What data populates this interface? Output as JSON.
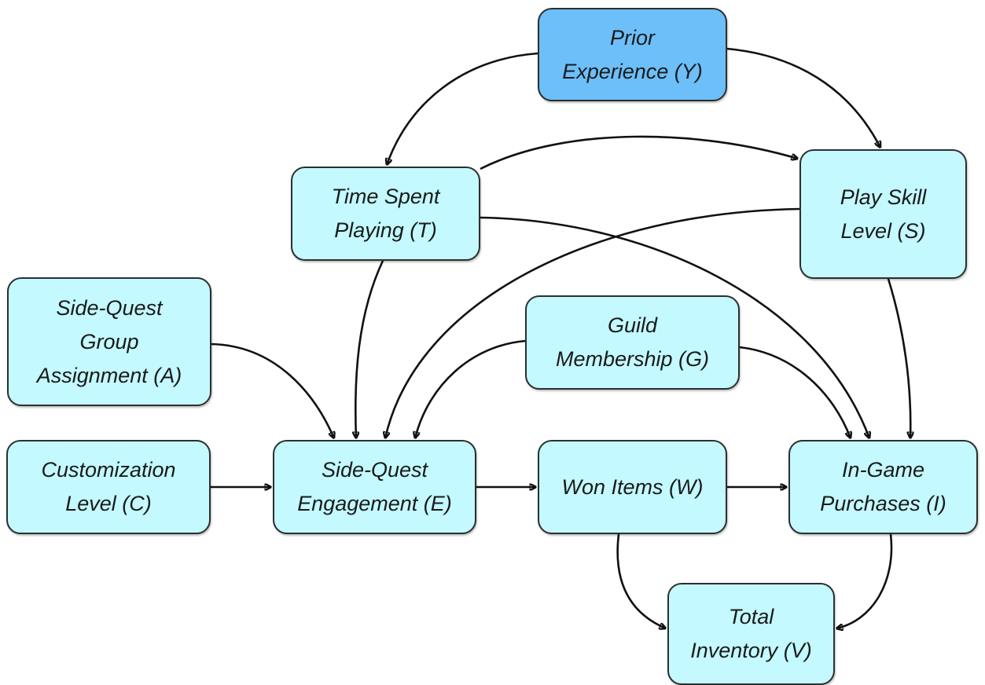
{
  "diagram": {
    "type": "causal-dag",
    "nodes": [
      {
        "id": "Y",
        "label": "Prior\nExperience (Y)",
        "highlight": true
      },
      {
        "id": "T",
        "label": "Time Spent\nPlaying (T)",
        "highlight": false
      },
      {
        "id": "S",
        "label": "Play Skill\nLevel (S)",
        "highlight": false
      },
      {
        "id": "A",
        "label": "Side-Quest\nGroup\nAssignment (A)",
        "highlight": false
      },
      {
        "id": "G",
        "label": "Guild\nMembership (G)",
        "highlight": false
      },
      {
        "id": "C",
        "label": "Customization\nLevel (C)",
        "highlight": false
      },
      {
        "id": "E",
        "label": "Side-Quest\nEngagement (E)",
        "highlight": false
      },
      {
        "id": "W",
        "label": "Won Items (W)",
        "highlight": false
      },
      {
        "id": "I",
        "label": "In-Game\nPurchases (I)",
        "highlight": false
      },
      {
        "id": "V",
        "label": "Total\nInventory (V)",
        "highlight": false
      }
    ],
    "edges": [
      {
        "from": "Y",
        "to": "T"
      },
      {
        "from": "Y",
        "to": "S"
      },
      {
        "from": "T",
        "to": "S"
      },
      {
        "from": "T",
        "to": "E"
      },
      {
        "from": "T",
        "to": "I"
      },
      {
        "from": "S",
        "to": "E"
      },
      {
        "from": "S",
        "to": "I"
      },
      {
        "from": "A",
        "to": "E"
      },
      {
        "from": "G",
        "to": "E"
      },
      {
        "from": "G",
        "to": "I"
      },
      {
        "from": "C",
        "to": "E"
      },
      {
        "from": "E",
        "to": "W"
      },
      {
        "from": "W",
        "to": "I"
      },
      {
        "from": "W",
        "to": "V"
      },
      {
        "from": "I",
        "to": "V"
      }
    ],
    "colors": {
      "node_fill": "#c3f9ff",
      "highlight_fill": "#6cbff9",
      "edge": "#111111"
    }
  }
}
